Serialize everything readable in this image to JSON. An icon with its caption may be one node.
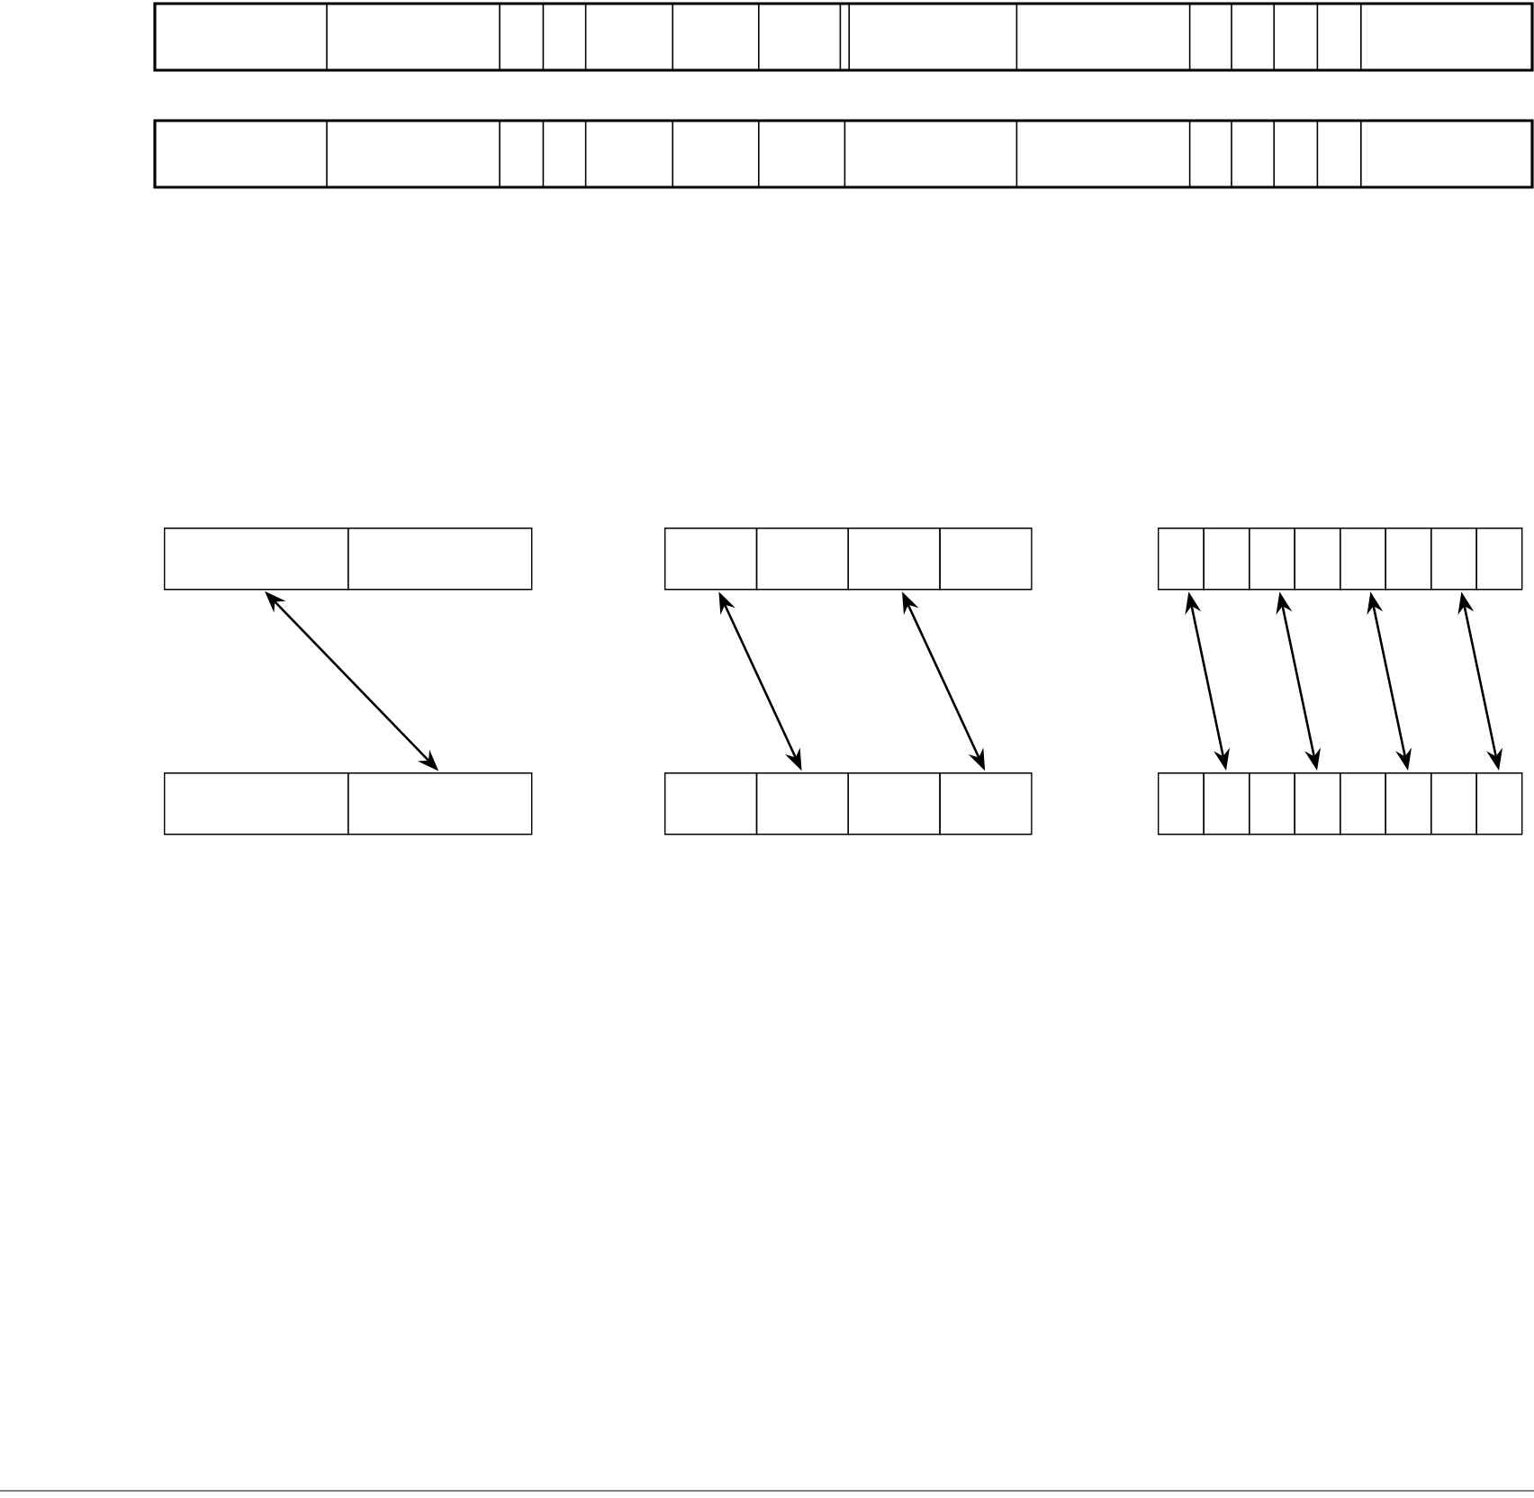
{
  "diagram": {
    "nodes": [
      {
        "text": [],
        "shape": "box"
      },
      {
        "text": [],
        "shape": "box"
      },
      {
        "text": [],
        "shape": "box"
      },
      {
        "text": [],
        "shape": "box"
      },
      {
        "text": [],
        "shape": "box"
      },
      {
        "text": [],
        "shape": "box"
      },
      {
        "text": [],
        "shape": "box"
      },
      {
        "text": [],
        "shape": "box"
      },
      {
        "text": [],
        "shape": "box"
      },
      {
        "text": [],
        "shape": "box"
      },
      {
        "text": [],
        "shape": "box"
      },
      {
        "text": [],
        "shape": "box"
      },
      {
        "text": [],
        "shape": "box"
      },
      {
        "text": [],
        "shape": "box"
      },
      {
        "text": [],
        "shape": "box"
      },
      {
        "text": [],
        "shape": "box"
      },
      {
        "text": [],
        "shape": "box"
      },
      {
        "text": [],
        "shape": "box"
      },
      {
        "text": [],
        "shape": "box"
      },
      {
        "text": [],
        "shape": "box"
      },
      {
        "text": [],
        "shape": "box"
      },
      {
        "text": [],
        "shape": "box"
      },
      {
        "text": [],
        "shape": "box"
      },
      {
        "text": [],
        "shape": "box"
      },
      {
        "text": [],
        "shape": "box"
      },
      {
        "text": [],
        "shape": "box"
      },
      {
        "text": [],
        "shape": "box"
      },
      {
        "text": [],
        "shape": "box"
      }
    ],
    "edges": [
      {
        "from": 0,
        "to": 15,
        "arrow": "both"
      },
      {
        "from": 2,
        "to": 17,
        "arrow": "both"
      },
      {
        "from": 4,
        "to": 19,
        "arrow": "both"
      },
      {
        "from": 6,
        "to": 21,
        "arrow": "both"
      },
      {
        "from": 8,
        "to": 23,
        "arrow": "both"
      },
      {
        "from": 10,
        "to": 25,
        "arrow": "both"
      },
      {
        "from": 12,
        "to": 27,
        "arrow": "both"
      }
    ]
  }
}
